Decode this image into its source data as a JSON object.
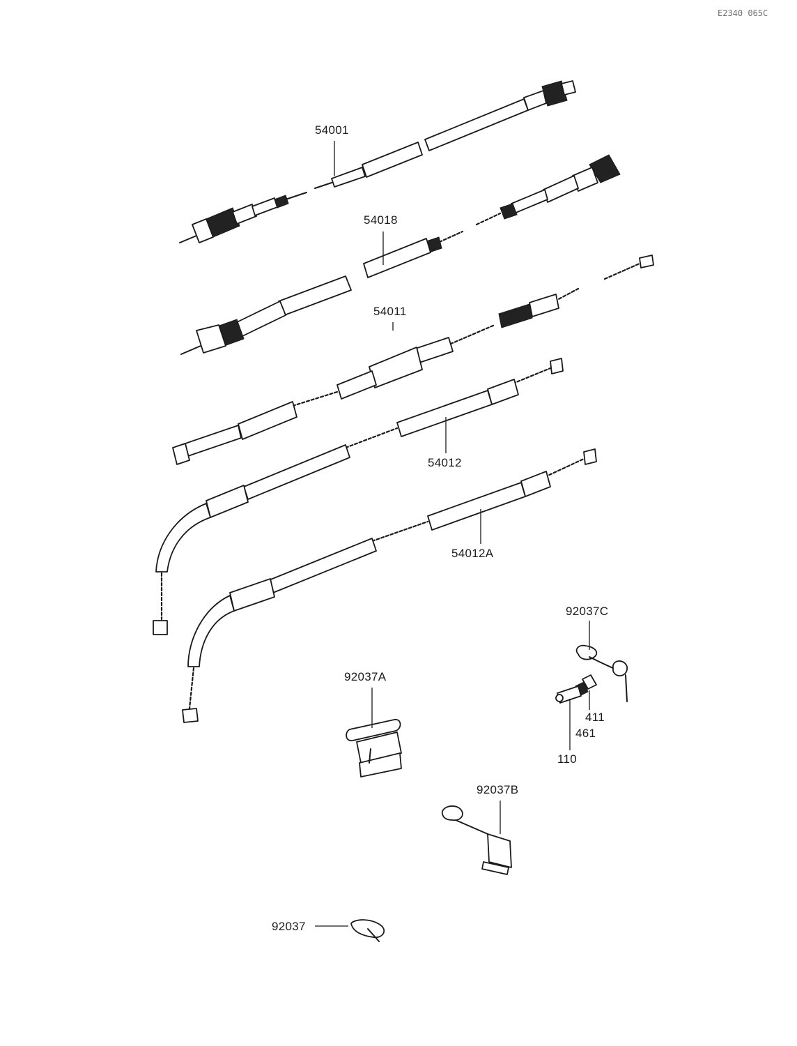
{
  "drawing_code": "E2340 065C",
  "labels": {
    "p54001": "54001",
    "p54018": "54018",
    "p54011": "54011",
    "p54012": "54012",
    "p54012a": "54012A",
    "p92037c": "92037C",
    "p411": "411",
    "p461": "461",
    "p110": "110",
    "p92037a": "92037A",
    "p92037b": "92037B",
    "p92037": "92037"
  }
}
